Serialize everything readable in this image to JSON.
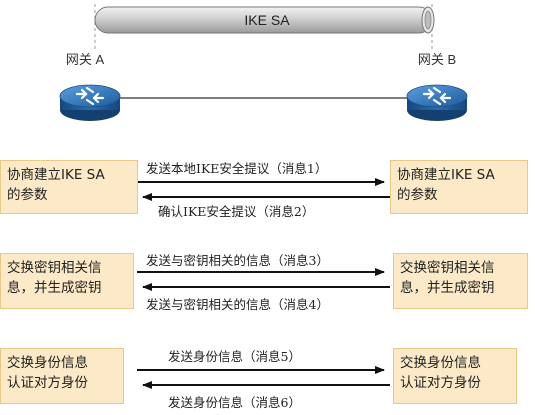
{
  "tunnel": {
    "label": "IKE SA"
  },
  "gateways": {
    "a": "网关 A",
    "b": "网关 B"
  },
  "rows": [
    {
      "left": "协商建立IKE SA\n的参数",
      "right": "协商建立IKE SA\n的参数",
      "top_msg": "发送本地IKE安全提议（消息1）",
      "bottom_msg": "确认IKE安全提议（消息2）"
    },
    {
      "left": "交换密钥相关信\n息，并生成密钥",
      "right": "交换密钥相关信\n息，并生成密钥",
      "top_msg": "发送与密钥相关的信息（消息3）",
      "bottom_msg": "发送与密钥相关的信息（消息4）"
    },
    {
      "left": "交换身份信息\n认证对方身份",
      "right": "交换身份信息\n认证对方身份",
      "top_msg": "发送身份信息（消息5）",
      "bottom_msg": "发送身份信息（消息6）"
    }
  ],
  "colors": {
    "box_fill": "#fbe9c8",
    "router_blue": "#2f6fb0",
    "tunnel_gray": "#c9c9c9"
  }
}
